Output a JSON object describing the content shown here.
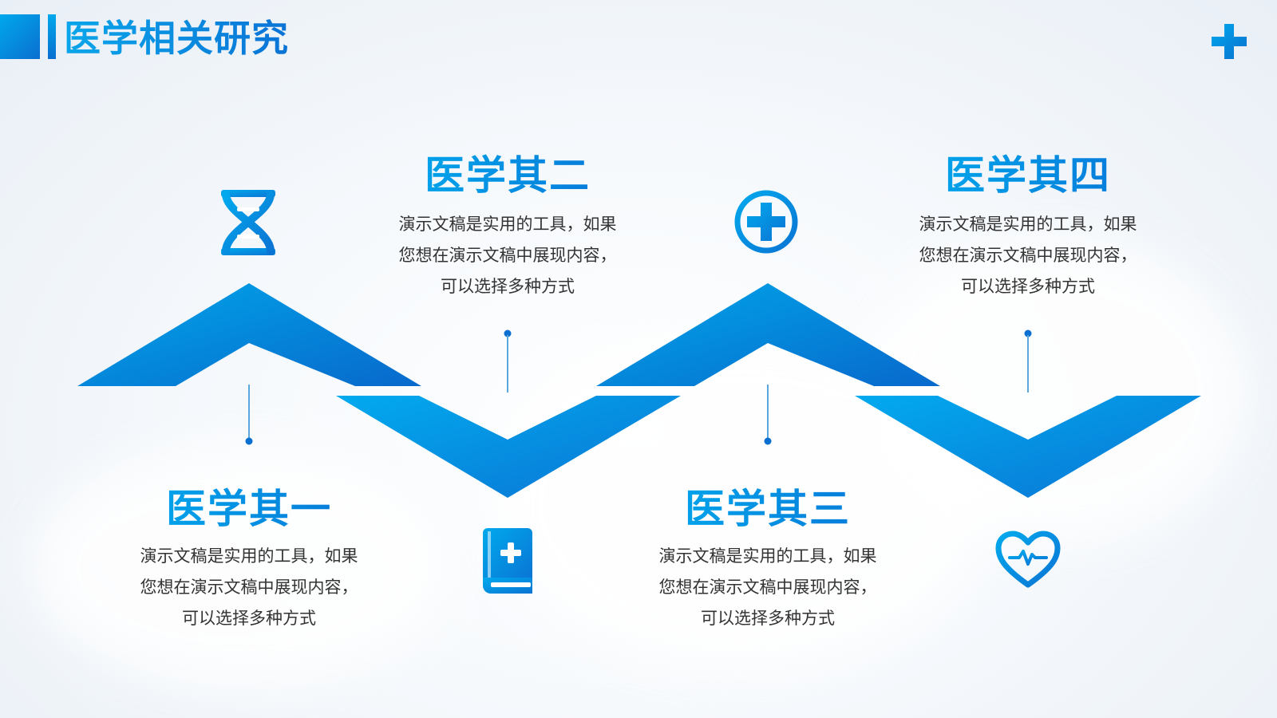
{
  "header": {
    "title": "医学相关研究"
  },
  "items": [
    {
      "title": "医学其一",
      "desc": "演示文稿是实用的工具，如果您想在演示文稿中展现内容，可以选择多种方式",
      "icon": "dna-icon"
    },
    {
      "title": "医学其二",
      "desc": "演示文稿是实用的工具，如果您想在演示文稿中展现内容，可以选择多种方式",
      "icon": "book-medical-icon"
    },
    {
      "title": "医学其三",
      "desc": "演示文稿是实用的工具，如果您想在演示文稿中展现内容，可以选择多种方式",
      "icon": "circle-plus-icon"
    },
    {
      "title": "医学其四",
      "desc": "演示文稿是实用的工具，如果您想在演示文稿中展现内容，可以选择多种方式",
      "icon": "heart-pulse-icon"
    }
  ],
  "colors": {
    "accent_light": "#00a9ed",
    "accent_dark": "#0a6fd0",
    "text": "#333333"
  }
}
